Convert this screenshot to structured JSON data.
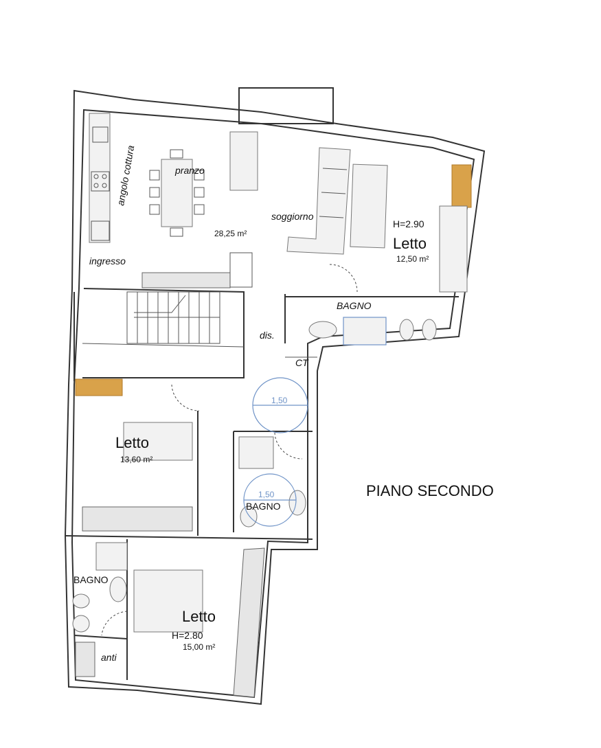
{
  "title": "PIANO SECONDO",
  "rooms": {
    "angolo_cottura": "angolo cottura",
    "pranzo": "pranzo",
    "soggiorno": "soggiorno",
    "ingresso": "ingresso",
    "living_area": "28,25 m²",
    "letto_ne": "Letto",
    "letto_ne_height": "H=2.90",
    "letto_ne_area": "12,50 m²",
    "bagno_ne": "BAGNO",
    "dis": "dis.",
    "ct": "CT",
    "letto_mid": "Letto",
    "letto_mid_area": "13,60 m²",
    "bagno_mid": "BAGNO",
    "bagno_sw": "BAGNO",
    "letto_sw": "Letto",
    "letto_sw_height": "H=2.80",
    "letto_sw_area": "15,00 m²",
    "anti": "anti"
  },
  "turning_circles": {
    "upper": "1,50",
    "lower": "1,50"
  },
  "colors": {
    "wall": "#333333",
    "accessibility": "#6f93c7",
    "wood": "#d9a24a"
  }
}
